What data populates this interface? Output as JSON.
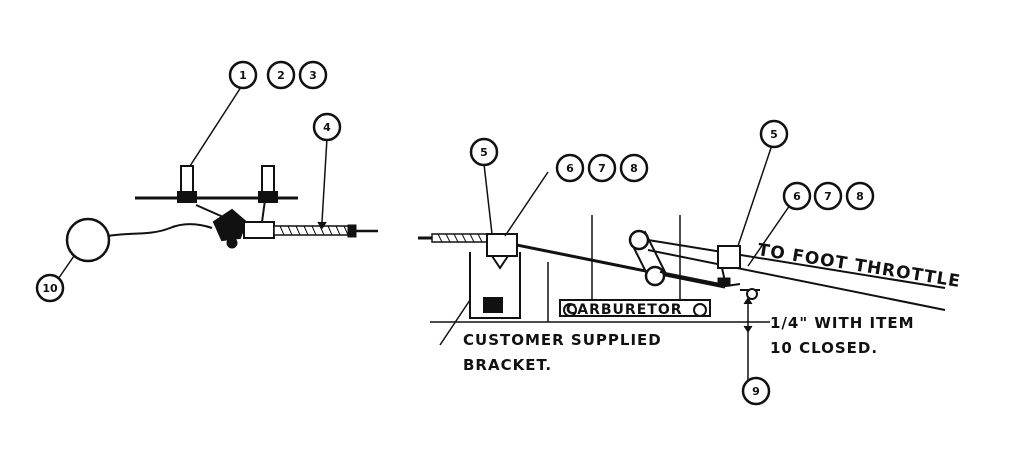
{
  "callouts": {
    "c1": "1",
    "c2": "2",
    "c3": "3",
    "c4": "4",
    "c5a": "5",
    "c5b": "5",
    "c6a": "6",
    "c7a": "7",
    "c8a": "8",
    "c6b": "6",
    "c7b": "7",
    "c8b": "8",
    "c9": "9",
    "c10": "10"
  },
  "labels": {
    "foot_throttle": "TO FOOT THROTTLE",
    "carburetor": "CARBURETOR",
    "customer_line1": "CUSTOMER SUPPLIED",
    "customer_line2": "BRACKET.",
    "note_line1": "1/4\" WITH ITEM",
    "note_line2": "10 CLOSED."
  },
  "colors": {
    "ink": "#111111",
    "paper": "#ffffff"
  }
}
